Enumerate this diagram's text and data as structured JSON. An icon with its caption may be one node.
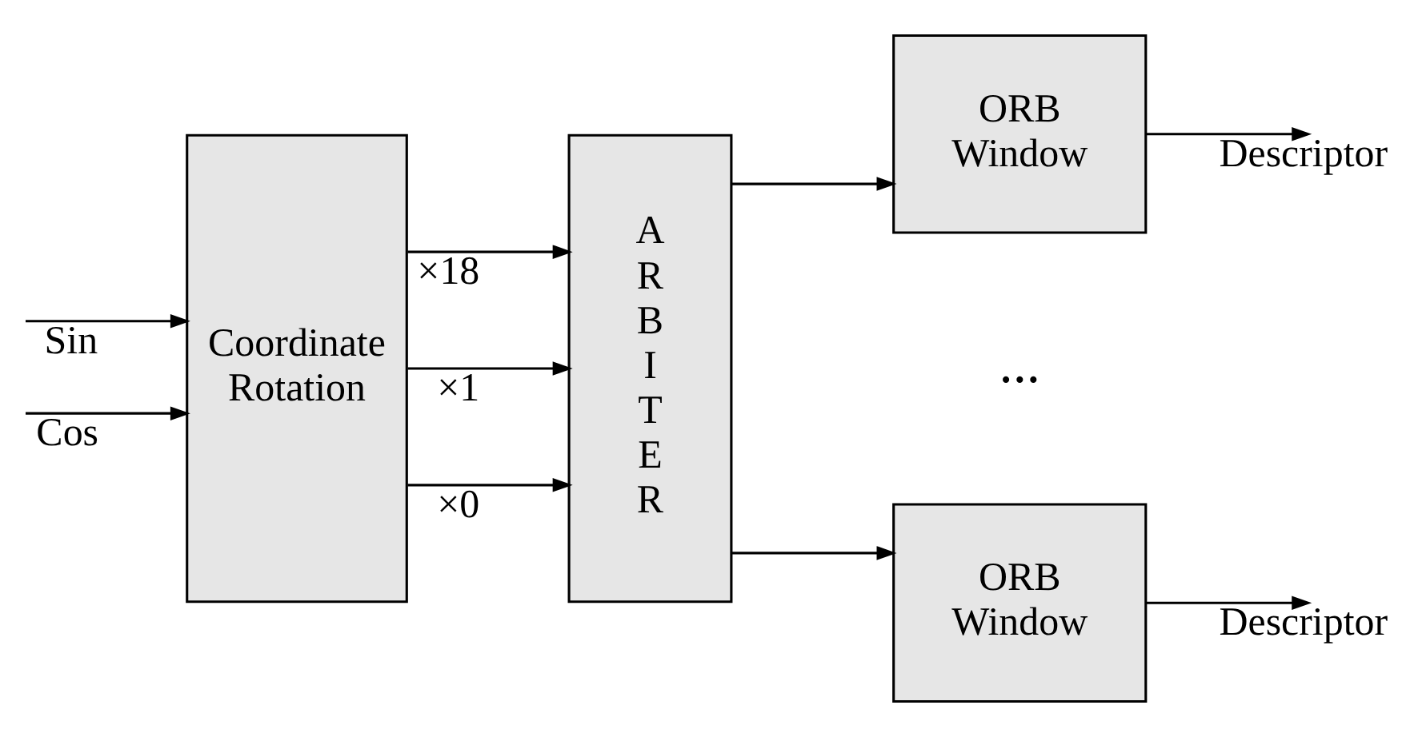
{
  "diagram": {
    "nodes": [
      {
        "text": [
          "Coordinate Rotation"
        ]
      },
      {
        "text": [
          "ARBITER"
        ]
      },
      {
        "text": [
          "ORB Window"
        ]
      },
      {
        "text": [
          "ORB Window"
        ]
      }
    ],
    "edges": [
      {
        "from": null,
        "to": 0,
        "arrow": "to",
        "label": "Sin"
      },
      {
        "from": null,
        "to": 0,
        "arrow": "to",
        "label": "Cos"
      },
      {
        "from": 0,
        "to": 1,
        "arrow": "to",
        "label": "×0"
      },
      {
        "from": 0,
        "to": 1,
        "arrow": "to",
        "label": "×1"
      },
      {
        "from": 0,
        "to": 1,
        "arrow": "to",
        "label": "×18"
      },
      {
        "from": 1,
        "to": 2,
        "arrow": "to"
      },
      {
        "from": 1,
        "to": 3,
        "arrow": "to"
      },
      {
        "from": 2,
        "to": null,
        "arrow": "to",
        "label": "Descriptor"
      },
      {
        "from": 3,
        "to": null,
        "arrow": "to",
        "label": "Descriptor"
      }
    ],
    "labels": [
      "..."
    ]
  }
}
